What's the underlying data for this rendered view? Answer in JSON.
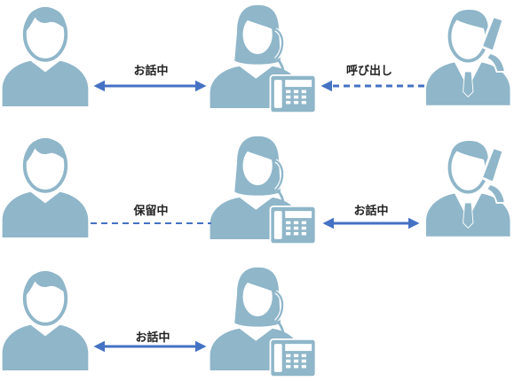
{
  "colors": {
    "figure": "#8fb6c9",
    "outline": "#ffffff",
    "connector": "#4472c4",
    "device_screen": "#ffffff",
    "background": "#ffffff"
  },
  "icons": {
    "caller": "person-icon",
    "operator": "operator-headset-icon",
    "receiver": "businessman-phone-icon",
    "device": "desk-phone-icon"
  },
  "rows": [
    {
      "figures": [
        "person",
        "operator",
        "businessman"
      ],
      "links": [
        {
          "label": "お話中",
          "style": "double-arrow-solid"
        },
        {
          "label": "呼び出し",
          "style": "arrow-left-dashed"
        }
      ]
    },
    {
      "figures": [
        "person",
        "operator",
        "businessman"
      ],
      "links": [
        {
          "label": "保留中",
          "style": "dashed"
        },
        {
          "label": "お話中",
          "style": "double-arrow-solid"
        }
      ]
    },
    {
      "figures": [
        "person",
        "operator"
      ],
      "links": [
        {
          "label": "お話中",
          "style": "double-arrow-solid"
        }
      ]
    }
  ]
}
